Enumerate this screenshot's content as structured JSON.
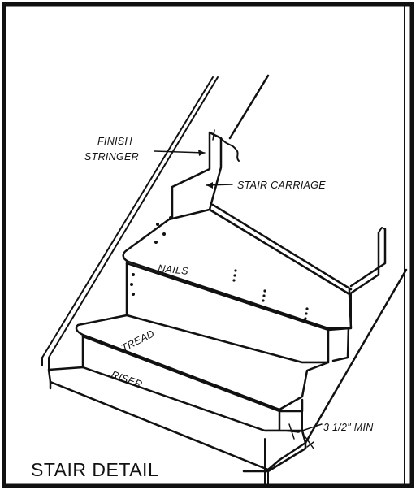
{
  "labels": {
    "finish_stringer_line1": "FINISH",
    "finish_stringer_line2": "STRINGER",
    "stair_carriage": "STAIR CARRIAGE",
    "nails": "NAILS",
    "tread": "TREAD",
    "riser": "RISER",
    "min_overhang": "3 1/2\" MIN"
  },
  "title": "STAIR DETAIL",
  "colors": {
    "ink": "#111111",
    "background": "#ffffff"
  }
}
